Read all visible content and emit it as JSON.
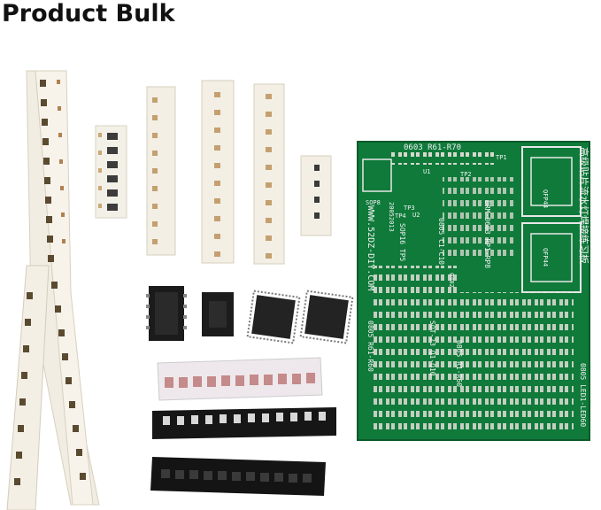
{
  "title": "Product Bulk",
  "pcb": {
    "labels": {
      "top_row": "0603 R61-R70",
      "tp1": "TP1",
      "tp2": "TP2",
      "tp3": "TP3",
      "tp4": "TP4",
      "sop8": "SOP8",
      "u1": "U1",
      "u2": "U2",
      "qfp_a": "QFP44",
      "qfp_b": "QFP44",
      "chinese_side": "高级贴片流水灯焊接练习板",
      "brm_line": "BRM-0603 RP1-RP8",
      "cap_line": "0805 C1-C10",
      "sop16_line": "SOP16 TP5",
      "date_line": "20052013",
      "website": "WWW.52DZ-DIY.COM",
      "r_line": "0805 R61-R60",
      "sot23_line": "SOT-23 Q1-Q10",
      "r1_line": "0805 R1-R60",
      "led_line": "0805 LED1-LED60",
      "o402": "0402"
    }
  }
}
